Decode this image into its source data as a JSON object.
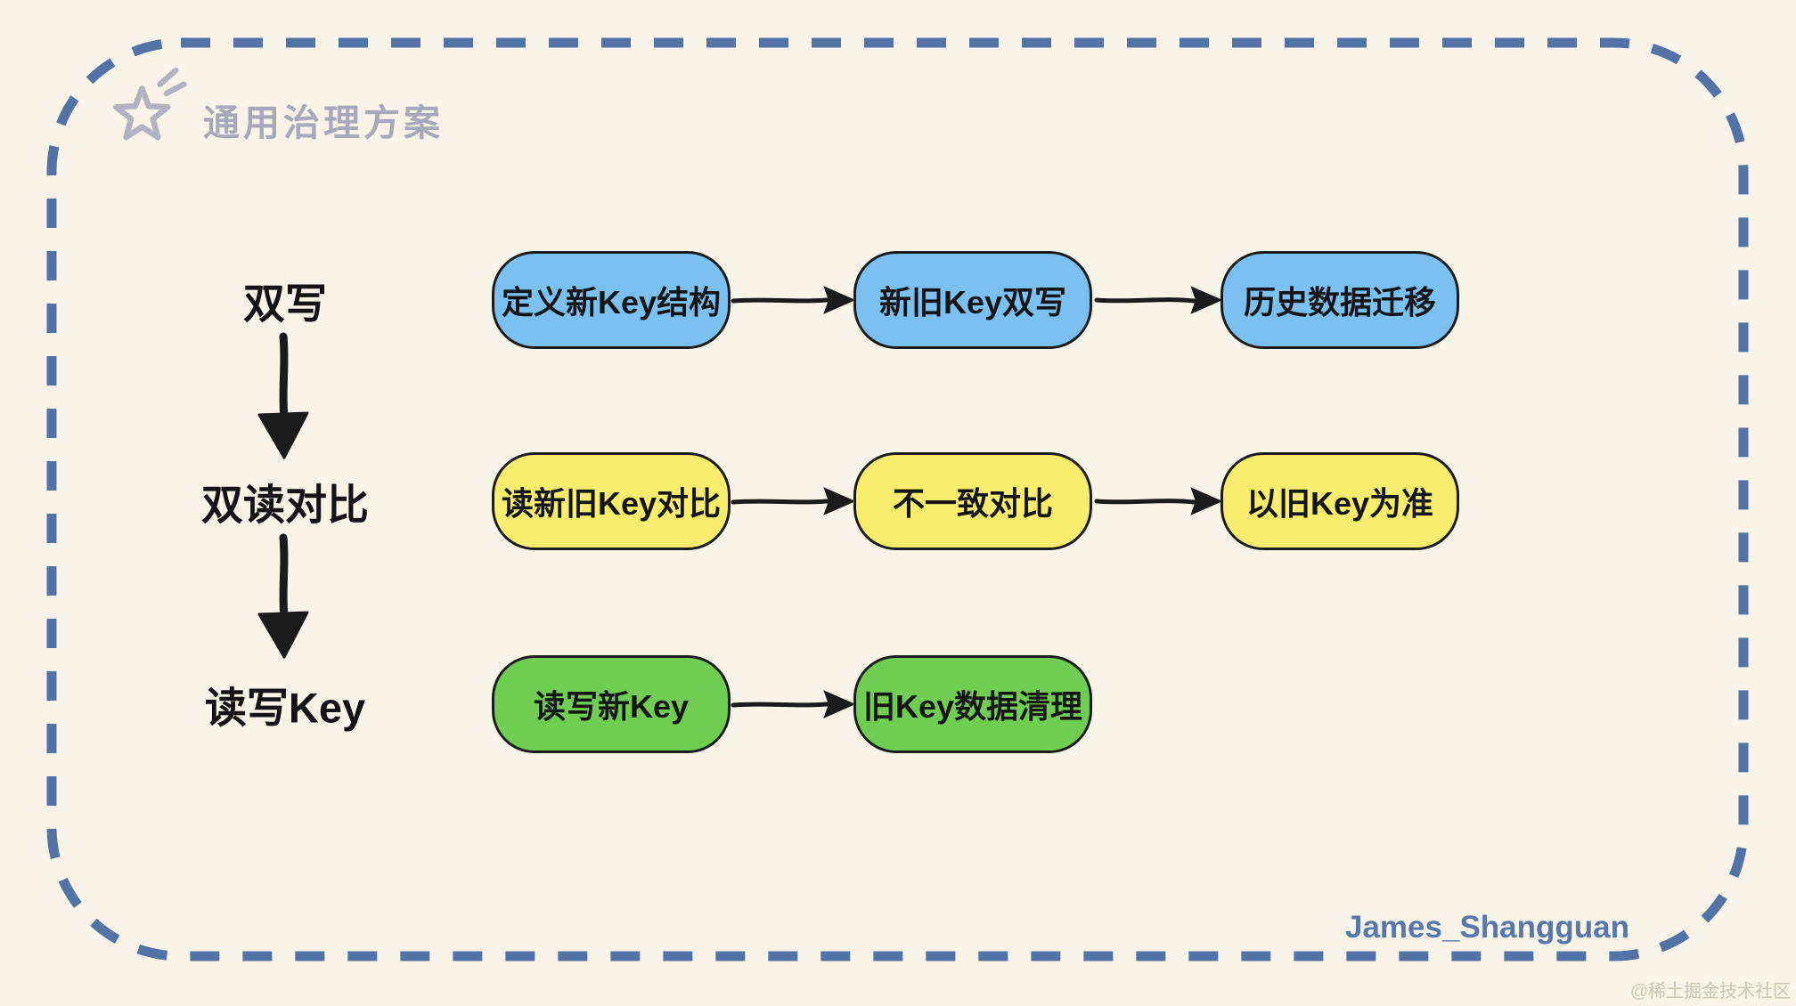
{
  "title": {
    "text": "通用治理方案"
  },
  "signature": {
    "text": "James_Shangguan"
  },
  "watermark": {
    "text": "@稀土掘金技术社区"
  },
  "colors": {
    "background": "#f8f5e8",
    "frame_dash": "#5373a7",
    "title_gray": "#a8a8bb",
    "node_blue": "#7ac1f2",
    "node_yellow": "#f9ed6e",
    "node_green": "#6fce52",
    "ink": "#1b1b1b",
    "signature_blue": "#5778ab"
  },
  "flow": {
    "rows": [
      {
        "label": "双写",
        "color": "#7ac1f2",
        "steps": [
          "定义新Key结构",
          "新旧Key双写",
          "历史数据迁移"
        ]
      },
      {
        "label": "双读对比",
        "color": "#f9ed6e",
        "steps": [
          "读新旧Key对比",
          "不一致对比",
          "以旧Key为准"
        ]
      },
      {
        "label": "读写Key",
        "color": "#6fce52",
        "steps": [
          "读写新Key",
          "旧Key数据清理"
        ]
      }
    ]
  }
}
